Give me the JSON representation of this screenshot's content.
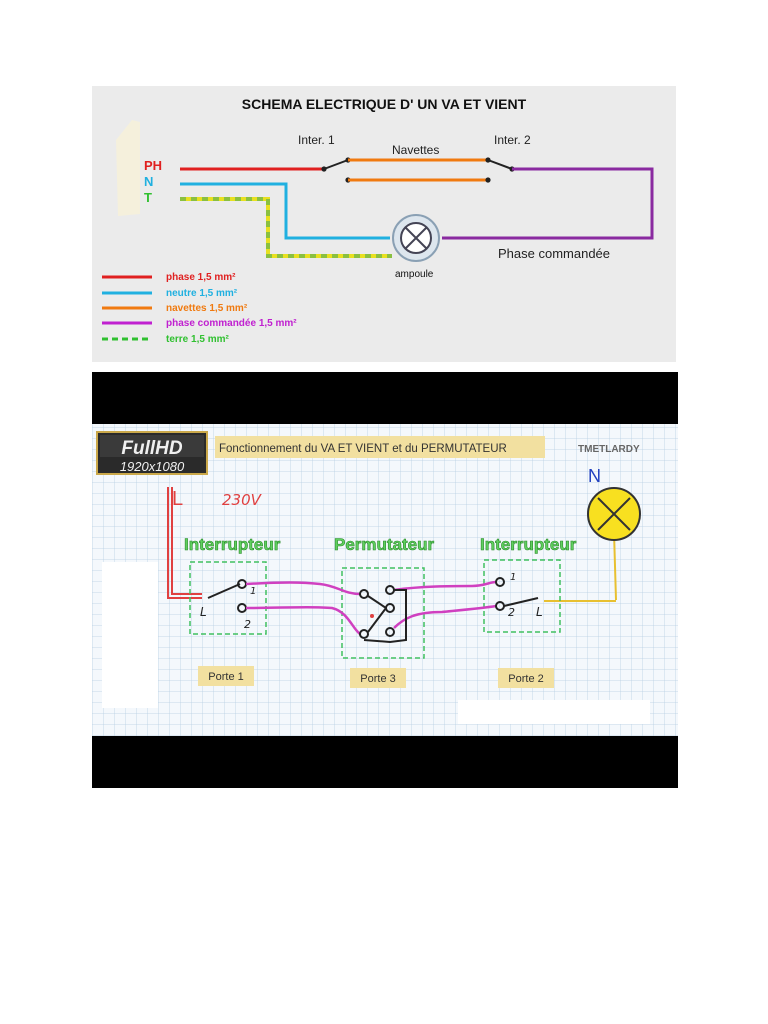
{
  "top": {
    "title": "SCHEMA ELECTRIQUE D' UN  VA ET VIENT",
    "labels": {
      "ph": "PH",
      "n": "N",
      "t": "T",
      "inter1": "Inter. 1",
      "inter2": "Inter. 2",
      "navettes": "Navettes",
      "ampoule": "ampoule",
      "phase_commandee": "Phase commandée"
    },
    "legend": [
      {
        "label": "phase 1,5 mm²",
        "color": "#e02020"
      },
      {
        "label": "neutre 1,5 mm²",
        "color": "#20b0e0"
      },
      {
        "label": "navettes 1,5 mm²",
        "color": "#f07a10"
      },
      {
        "label": "phase commandée 1,5 mm²",
        "color": "#c020d0"
      },
      {
        "label": "terre 1,5 mm²",
        "color": "#30c030"
      }
    ],
    "colors": {
      "phase": "#e02020",
      "neutre": "#20b0e0",
      "navettes": "#f07a10",
      "phase_commandee": "#8a2aa0",
      "terre_green": "#8ac040",
      "terre_yellow": "#e8e020"
    }
  },
  "bottom": {
    "badge_full": "FullHD",
    "badge_res": "1920x1080",
    "title": "Fonctionnement du VA ET VIENT et du PERMUTATEUR",
    "author": "TMETLARDY",
    "n_label": "N",
    "l_label": "L",
    "voltage": "230V",
    "inter_left": "Interrupteur",
    "permutateur": "Permutateur",
    "inter_right": "Interrupteur",
    "porte1": "Porte 1",
    "porte3": "Porte 3",
    "porte2": "Porte 2",
    "sw_l": "L",
    "sw_1": "1",
    "sw_2": "2",
    "colors": {
      "wire": "#d040c0",
      "phase": "#e04040",
      "lamp": "#f8e020",
      "box": "#40c060",
      "title_bg": "#f2e0a0"
    }
  }
}
